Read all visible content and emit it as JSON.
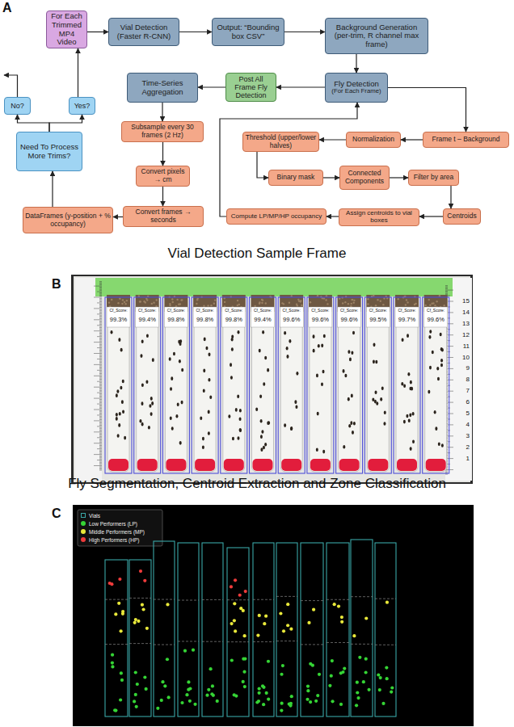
{
  "diagram": {
    "nodes": [
      {
        "text": [
          "For Each Trimmed MP4 Video"
        ]
      },
      {
        "text": [
          "Vial Detection (Faster R-CNN)"
        ]
      },
      {
        "text": [
          "Output: “Bounding box CSV”"
        ]
      },
      {
        "text": [
          "Background Generation (per-trim, R channel max frame)"
        ]
      },
      {
        "text": [
          "Time-Series Aggregation"
        ]
      },
      {
        "text": [
          "Post All Frame Fly Detection"
        ]
      },
      {
        "text": [
          "Fly Detection",
          "(For Each Frame)"
        ]
      },
      {
        "text": [
          "Subsample every 30 frames (2 Hz)"
        ]
      },
      {
        "text": [
          "Convert pixels → cm"
        ]
      },
      {
        "text": [
          "Convert frames → seconds"
        ]
      },
      {
        "text": [
          "DataFrames (y-position + % occupancy)"
        ]
      },
      {
        "text": [
          "Need To Process More Trims?"
        ]
      },
      {
        "text": [
          "No?"
        ]
      },
      {
        "text": [
          "Yes?"
        ]
      },
      {
        "text": [
          "Threshold (upper/lower halves)"
        ]
      },
      {
        "text": [
          "Normalization"
        ]
      },
      {
        "text": [
          "Frame t – Background"
        ]
      },
      {
        "text": [
          "Binary mask"
        ]
      },
      {
        "text": [
          "Connected Components"
        ]
      },
      {
        "text": [
          "Filter by area"
        ]
      },
      {
        "text": [
          "Compute LP/MP/HP occupancy"
        ]
      },
      {
        "text": [
          "Assign centroids to vial boxes"
        ]
      },
      {
        "text": [
          "Centroids"
        ]
      }
    ],
    "edges": [
      {
        "from": 0,
        "to": 1,
        "arrow": "to"
      },
      {
        "from": 1,
        "to": 2,
        "arrow": "to"
      },
      {
        "from": 2,
        "to": 3,
        "arrow": "to"
      },
      {
        "from": 3,
        "to": 6,
        "arrow": "to"
      },
      {
        "from": 6,
        "to": 5,
        "arrow": "to"
      },
      {
        "from": 5,
        "to": 4,
        "arrow": "to"
      },
      {
        "from": 4,
        "to": 7,
        "arrow": "to"
      },
      {
        "from": 7,
        "to": 8,
        "arrow": "to"
      },
      {
        "from": 8,
        "to": 9,
        "arrow": "to"
      },
      {
        "from": 9,
        "to": 10,
        "arrow": "to"
      },
      {
        "from": 10,
        "to": 11,
        "arrow": "to"
      },
      {
        "from": 11,
        "to": 12,
        "arrow": "to"
      },
      {
        "from": 11,
        "to": 13,
        "arrow": "to"
      },
      {
        "from": 13,
        "to": 0,
        "arrow": "to"
      },
      {
        "from": 6,
        "to": 16,
        "arrow": "to"
      },
      {
        "from": 16,
        "to": 15,
        "arrow": "to"
      },
      {
        "from": 15,
        "to": 14,
        "arrow": "to"
      },
      {
        "from": 14,
        "to": 17,
        "arrow": "to"
      },
      {
        "from": 17,
        "to": 18,
        "arrow": "to"
      },
      {
        "from": 18,
        "to": 19,
        "arrow": "to"
      },
      {
        "from": 19,
        "to": 22,
        "arrow": "to"
      },
      {
        "from": 22,
        "to": 21,
        "arrow": "to"
      },
      {
        "from": 21,
        "to": 20,
        "arrow": "to"
      },
      {
        "from": 20,
        "to": 6,
        "arrow": "to"
      }
    ],
    "labels": [
      "A",
      "Vial Detection Sample Frame",
      "B",
      "Cf_Score:",
      "99.3%",
      "Cf_Score:",
      "99.4%",
      "Cf_Score:",
      "99.8%",
      "Cf_Score:",
      "99.8%",
      "Cf_Score:",
      "99.8%",
      "Cf_Score:",
      "99.4%",
      "Cf_Score:",
      "99.6%",
      "Cf_Score:",
      "99.6%",
      "Cf_Score:",
      "99.6%",
      "Cf_Score:",
      "99.5%",
      "Cf_Score:",
      "99.7%",
      "Cf_Score:",
      "99.6%",
      "15",
      "14",
      "13",
      "12",
      "11",
      "10",
      "9",
      "8",
      "7",
      "6",
      "5",
      "4",
      "3",
      "2",
      "1",
      "Fly Segmentation, Centroid Extraction and Zone Classification",
      "C"
    ],
    "legend": [
      {
        "text": "Vials"
      },
      {
        "text": "Low Performers (LP)",
        "color": "#35d435"
      },
      {
        "text": "Middle Performers (MP)",
        "color": "#e8e83a"
      },
      {
        "text": "High Performers (HP)",
        "color": "#ee3b3b"
      }
    ]
  }
}
